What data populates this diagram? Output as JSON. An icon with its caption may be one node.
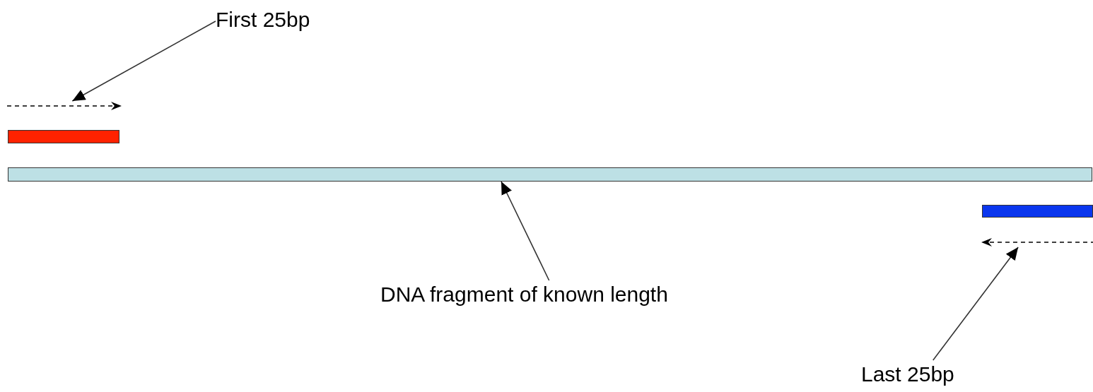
{
  "diagram": {
    "nodes": [
      {
        "text": [
          "First 25bp"
        ]
      },
      {
        "text": [],
        "shape": "arrow"
      },
      {
        "text": [],
        "shape": "bar"
      },
      {
        "text": [],
        "shape": "bar"
      },
      {
        "text": [],
        "shape": "bar"
      },
      {
        "text": [],
        "shape": "arrow"
      },
      {
        "text": [
          "DNA fragment of known length"
        ]
      },
      {
        "text": [
          "Last 25bp"
        ]
      }
    ],
    "edges": [
      {
        "from": 0,
        "to": 1,
        "arrow": "to"
      },
      {
        "from": 6,
        "to": 3,
        "arrow": "to"
      },
      {
        "from": 7,
        "to": 5,
        "arrow": "to"
      }
    ]
  }
}
